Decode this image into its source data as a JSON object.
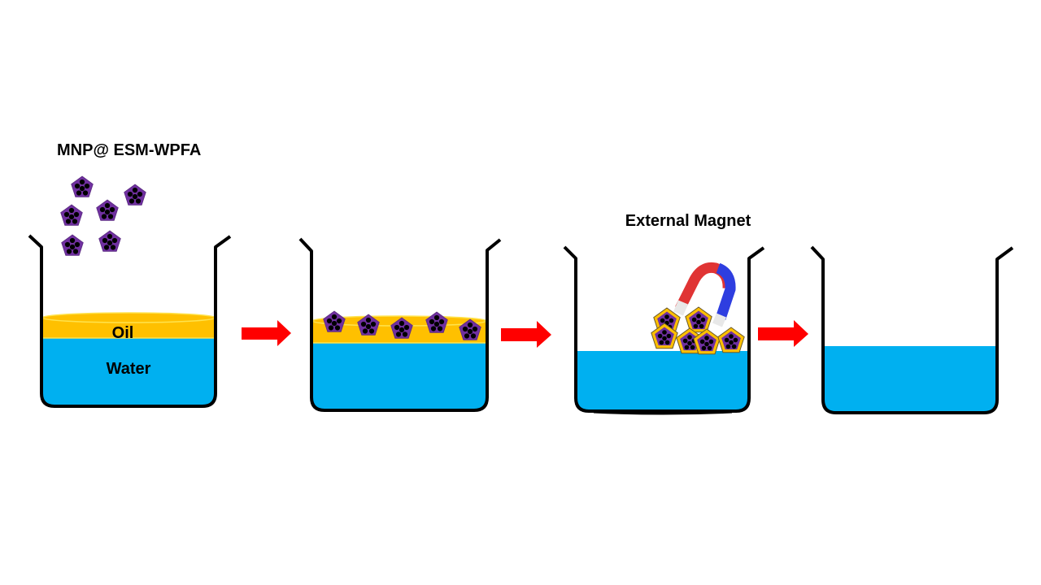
{
  "diagram": {
    "title_nanoparticles": "MNP@ ESM-WPFA",
    "label_magnet": "External Magnet",
    "label_oil": "Oil",
    "label_water": "Water",
    "steps": [
      {
        "id": "step-1",
        "description": "Beaker with oil layer on water; nanoparticles added from above"
      },
      {
        "id": "step-2",
        "description": "Nanoparticles adsorb oil at the surface"
      },
      {
        "id": "step-3",
        "description": "External magnet pulls oil-coated nanoparticles out"
      },
      {
        "id": "step-4",
        "description": "Clean water remains"
      }
    ],
    "arrows": 3,
    "colors": {
      "water": "#00B0F0",
      "oil": "#FFC000",
      "oil_edge": "#FFE34D",
      "nanoparticle": "#7030A0",
      "nanoparticle_dots": "#000000",
      "nanoparticle_coating": "#FFC000",
      "arrow": "#FF0000",
      "magnet_north": "#E03030",
      "magnet_south": "#2E3EE0",
      "magnet_tip": "#E8E8E8",
      "beaker": "#000000"
    }
  }
}
